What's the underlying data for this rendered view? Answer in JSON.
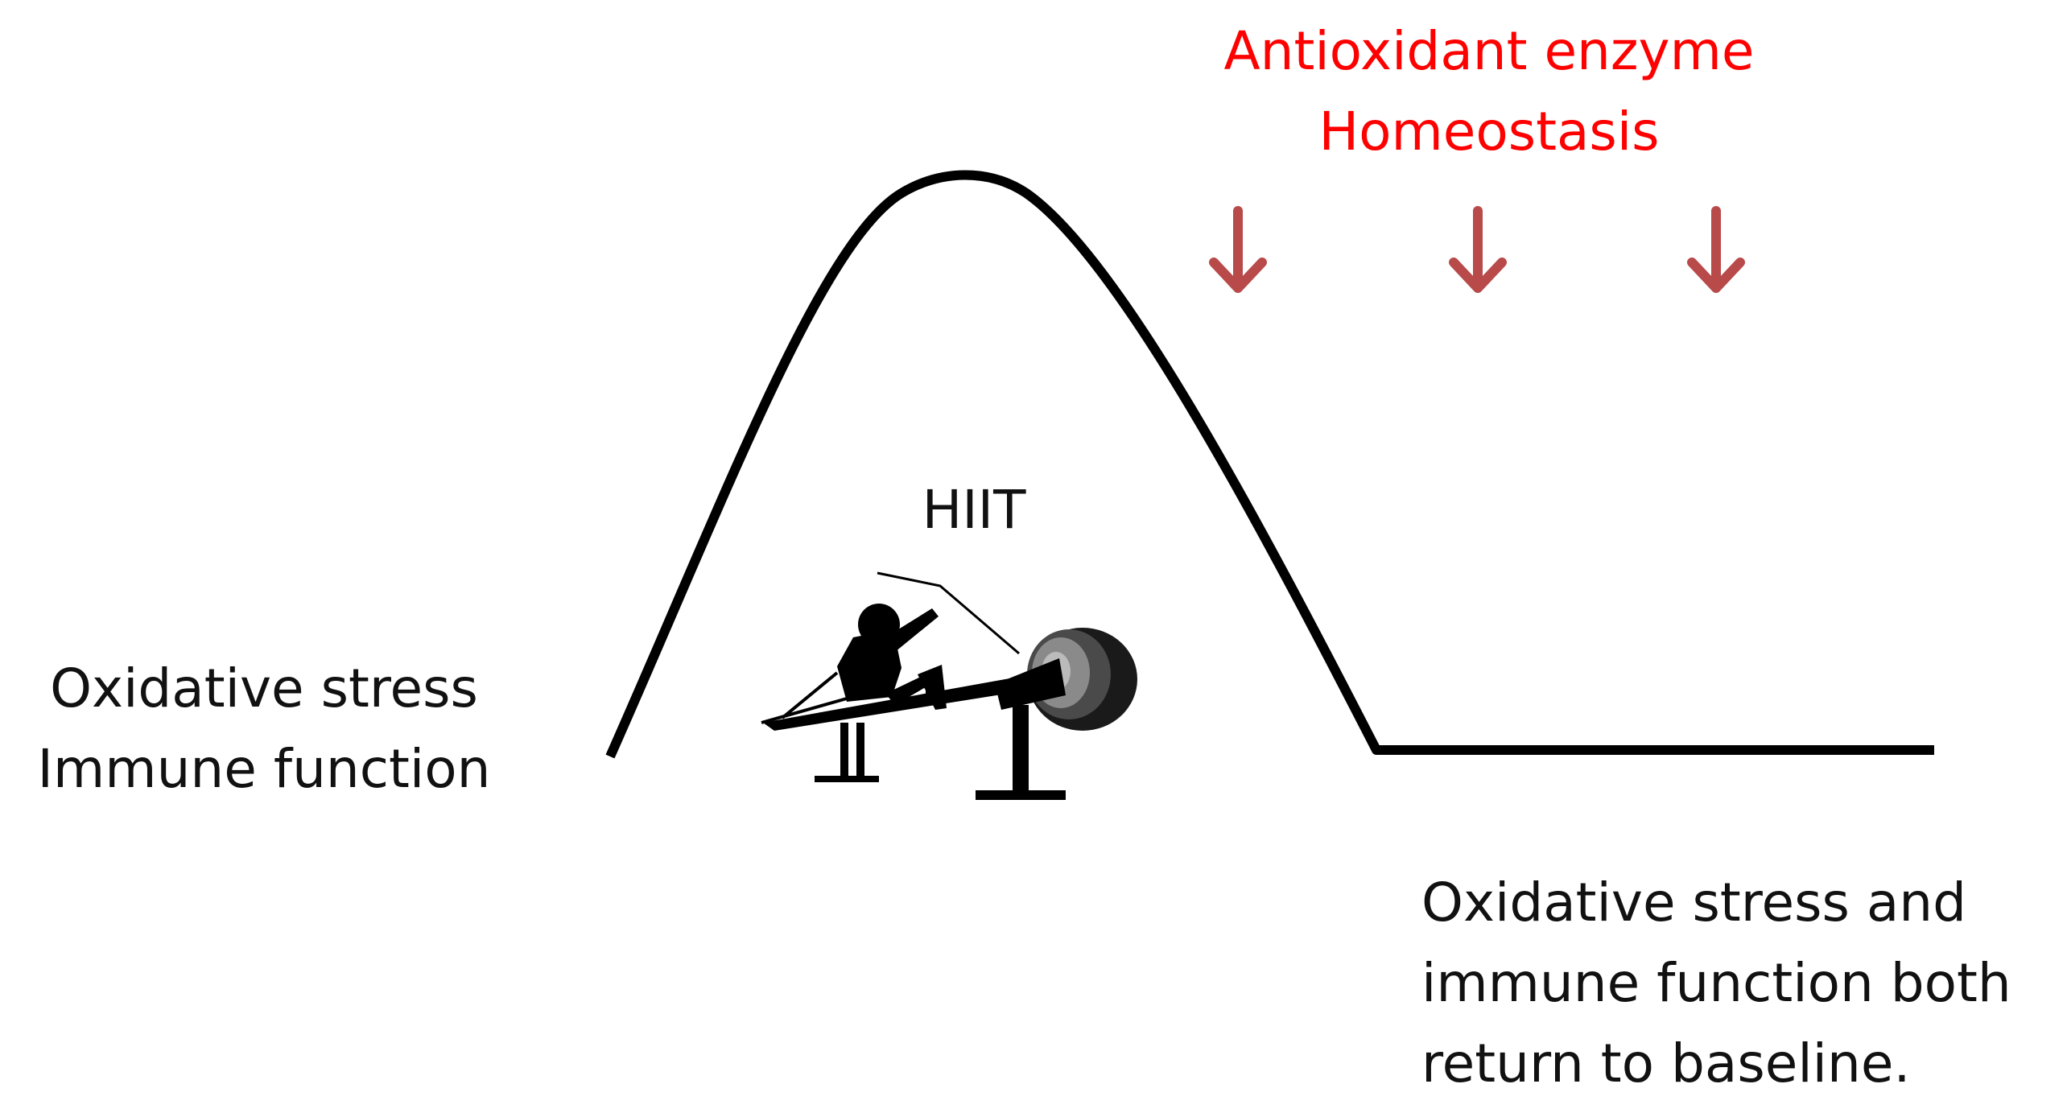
{
  "diagram": {
    "before_label": [
      "Oxidative stress",
      "Immune function"
    ],
    "after_label": [
      "Oxidative stress and",
      "immune function both",
      "return to baseline."
    ],
    "intervention_label": "HIIT",
    "response_label": [
      "Antioxidant enzyme",
      "Homeostasis"
    ],
    "colors": {
      "curve": "#000000",
      "response_text": "#ff0000",
      "arrows": "#b84a4a",
      "text": "#111111"
    },
    "icons": {
      "intervention": "rowing-machine-icon",
      "response_arrow": "down-arrow-icon"
    },
    "arrow_count": 3
  }
}
